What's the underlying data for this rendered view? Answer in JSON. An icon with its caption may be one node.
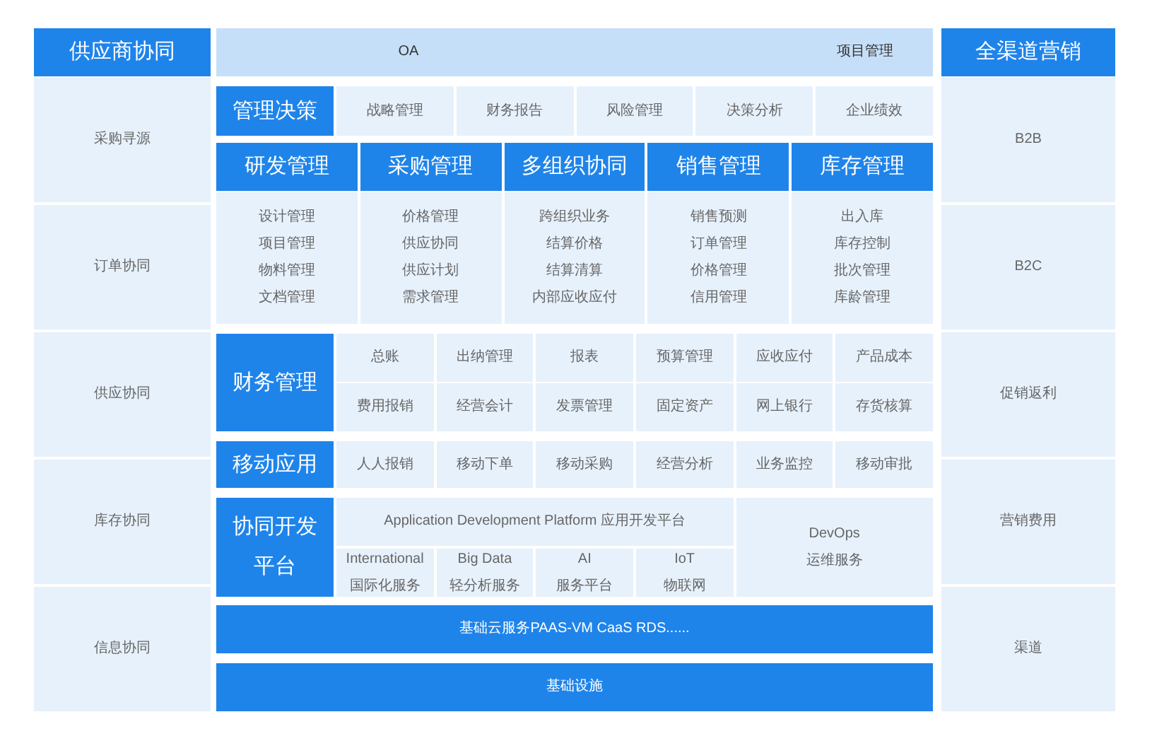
{
  "diagram": {
    "nodes": [
      {
        "text": [
          "供应商协同"
        ]
      },
      {
        "text": [
          "采购寻源"
        ]
      },
      {
        "text": [
          "订单协同"
        ]
      },
      {
        "text": [
          "供应协同"
        ]
      },
      {
        "text": [
          "库存协同"
        ]
      },
      {
        "text": [
          "信息协同"
        ]
      },
      {
        "text": [
          "OA",
          "项目管理"
        ]
      },
      {
        "text": [
          "管理决策"
        ]
      },
      {
        "text": [
          "战略管理"
        ]
      },
      {
        "text": [
          "财务报告"
        ]
      },
      {
        "text": [
          "风险管理"
        ]
      },
      {
        "text": [
          "决策分析"
        ]
      },
      {
        "text": [
          "企业绩效"
        ]
      },
      {
        "text": [
          "研发管理"
        ]
      },
      {
        "text": [
          "采购管理"
        ]
      },
      {
        "text": [
          "多组织协同"
        ]
      },
      {
        "text": [
          "销售管理"
        ]
      },
      {
        "text": [
          "库存管理"
        ]
      },
      {
        "text": [
          "设计管理",
          "项目管理",
          "物料管理",
          "文档管理"
        ]
      },
      {
        "text": [
          "价格管理",
          "供应协同",
          "供应计划",
          "需求管理"
        ]
      },
      {
        "text": [
          "跨组织业务",
          "结算价格",
          "结算清算",
          "内部应收应付"
        ]
      },
      {
        "text": [
          "销售预测",
          "订单管理",
          "价格管理",
          "信用管理"
        ]
      },
      {
        "text": [
          "出入库",
          "库存控制",
          "批次管理",
          "库龄管理"
        ]
      },
      {
        "text": [
          "财务管理"
        ]
      },
      {
        "text": [
          "总账"
        ]
      },
      {
        "text": [
          "出纳管理"
        ]
      },
      {
        "text": [
          "报表"
        ]
      },
      {
        "text": [
          "预算管理"
        ]
      },
      {
        "text": [
          "应收应付"
        ]
      },
      {
        "text": [
          "产品成本"
        ]
      },
      {
        "text": [
          "费用报销"
        ]
      },
      {
        "text": [
          "经营会计"
        ]
      },
      {
        "text": [
          "发票管理"
        ]
      },
      {
        "text": [
          "固定资产"
        ]
      },
      {
        "text": [
          "网上银行"
        ]
      },
      {
        "text": [
          "存货核算"
        ]
      },
      {
        "text": [
          "移动应用"
        ]
      },
      {
        "text": [
          "人人报销"
        ]
      },
      {
        "text": [
          "移动下单"
        ]
      },
      {
        "text": [
          "移动采购"
        ]
      },
      {
        "text": [
          "经营分析"
        ]
      },
      {
        "text": [
          "业务监控"
        ]
      },
      {
        "text": [
          "移动审批"
        ]
      },
      {
        "text": [
          "协同开发平台"
        ]
      },
      {
        "text": [
          "Application Development Platform 应用开发平台"
        ]
      },
      {
        "text": [
          "DevOps",
          "运维服务"
        ]
      },
      {
        "text": [
          "International",
          "国际化服务"
        ]
      },
      {
        "text": [
          "Big Data",
          "轻分析服务"
        ]
      },
      {
        "text": [
          "AI",
          "服务平台"
        ]
      },
      {
        "text": [
          "IoT",
          "物联网"
        ]
      },
      {
        "text": [
          "基础云服务PAAS-VM CaaS RDS......"
        ]
      },
      {
        "text": [
          "基础设施"
        ]
      },
      {
        "text": [
          "全渠道营销"
        ]
      },
      {
        "text": [
          "B2B"
        ]
      },
      {
        "text": [
          "B2C"
        ]
      },
      {
        "text": [
          "促销返利"
        ]
      },
      {
        "text": [
          "营销费用"
        ]
      },
      {
        "text": [
          "渠道"
        ]
      }
    ]
  }
}
